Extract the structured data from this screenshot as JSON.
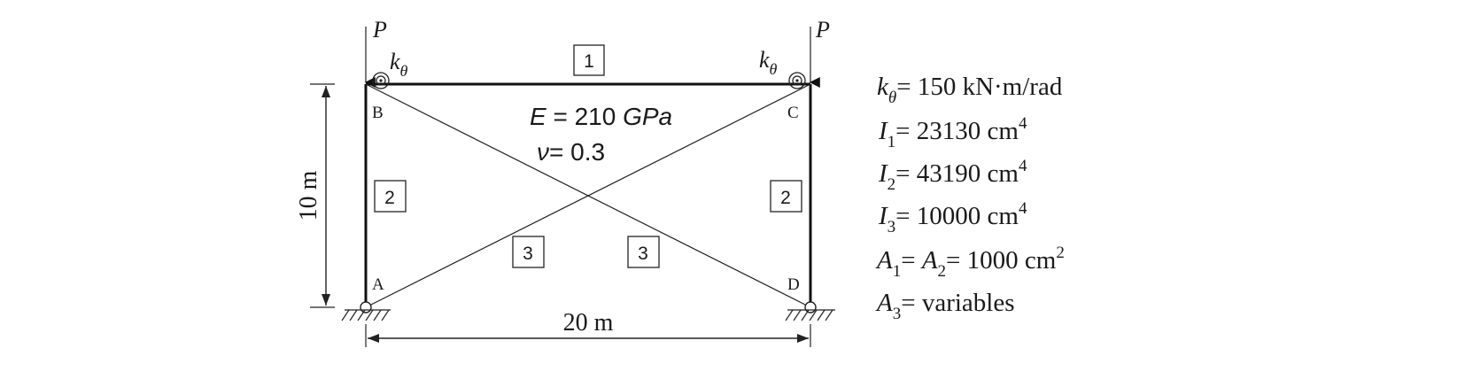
{
  "structure": {
    "nodes": {
      "A": "A",
      "B": "B",
      "C": "C",
      "D": "D"
    },
    "load_symbol": "P",
    "spring_symbol": "k",
    "spring_subscript": "θ",
    "member_labels": {
      "top": "1",
      "left": "2",
      "right": "2",
      "diag_left": "3",
      "diag_right": "3"
    },
    "material": {
      "E_symbol": "E",
      "E_value": " = 210 ",
      "E_unit": "GPa",
      "nu_symbol": "ν",
      "nu_value": "= 0.3"
    },
    "dimensions": {
      "height": "10 m",
      "width": "20 m"
    }
  },
  "properties": {
    "k_theta": {
      "symbol": "k",
      "sub": "θ",
      "text": "= 150 kN·m/rad"
    },
    "I1": {
      "symbol": "I",
      "sub": "1",
      "text": "= 23130 cm",
      "sup": "4"
    },
    "I2": {
      "symbol": "I",
      "sub": "2",
      "text": "= 43190 cm",
      "sup": "4"
    },
    "I3": {
      "symbol": "I",
      "sub": "3",
      "text": "= 10000 cm",
      "sup": "4"
    },
    "A12": {
      "symbol1": "A",
      "sub1": "1",
      "eq": "= ",
      "symbol2": "A",
      "sub2": "2",
      "text": "= 1000 cm",
      "sup": "2"
    },
    "A3": {
      "symbol": "A",
      "sub": "3",
      "text": "= variables"
    }
  }
}
